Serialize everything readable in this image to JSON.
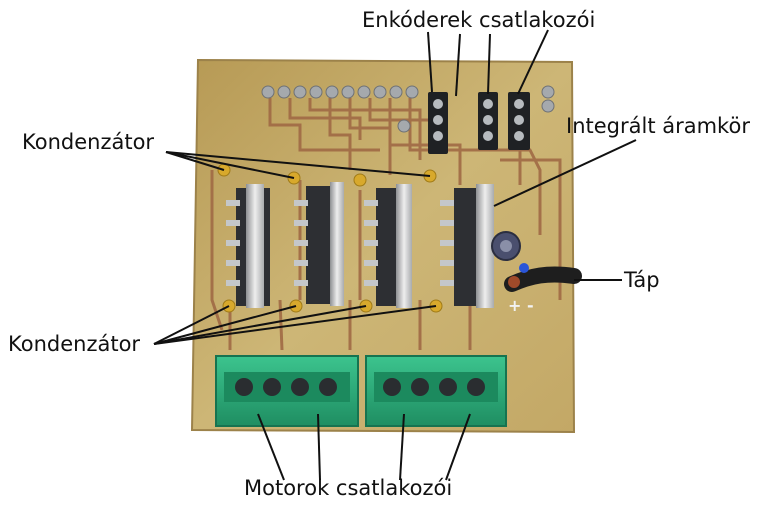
{
  "annotations": {
    "encoders": "Enkóderek csatlakozói",
    "ic": "Integrált áramkör",
    "capacitor_top": "Kondenzátor",
    "capacitor_bottom": "Kondenzátor",
    "power": "Táp",
    "power_polarity": "+ -",
    "motors": "Motorok csatlakozói"
  },
  "colors": {
    "pcb": "#c9b071",
    "trace": "#a9714a",
    "solder": "#9aa0a6",
    "terminal": "#2fae7d",
    "ic_body": "#2d2f33",
    "heatsink": "#d9dadb",
    "capacitor": "#d8a92c"
  }
}
